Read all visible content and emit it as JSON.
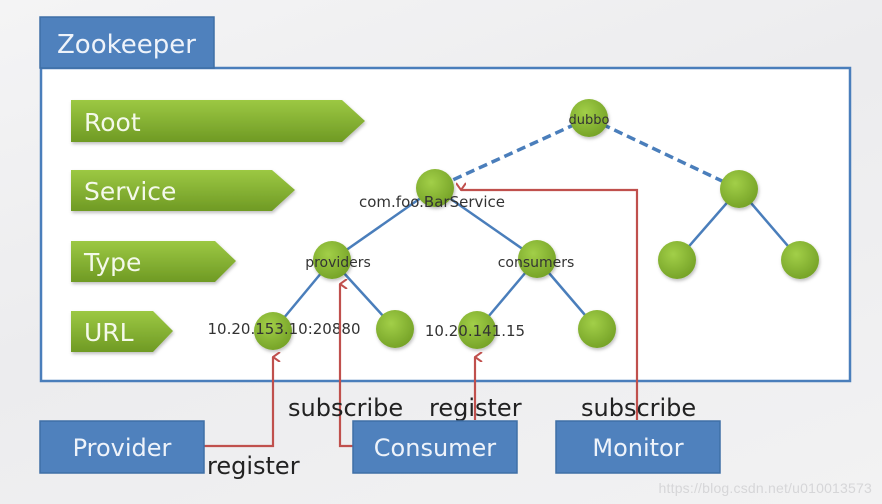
{
  "diagram": {
    "container_title": "Zookeeper",
    "levels": [
      {
        "id": "root",
        "label": "Root"
      },
      {
        "id": "service",
        "label": "Service"
      },
      {
        "id": "type",
        "label": "Type"
      },
      {
        "id": "url",
        "label": "URL"
      }
    ],
    "nodes": [
      {
        "id": "dubbo",
        "label": "dubbo",
        "level": "root"
      },
      {
        "id": "service1",
        "label": "com.foo.BarService",
        "level": "service"
      },
      {
        "id": "service2",
        "label": "",
        "level": "service"
      },
      {
        "id": "providers",
        "label": "providers",
        "level": "type"
      },
      {
        "id": "consumers",
        "label": "consumers",
        "level": "type"
      },
      {
        "id": "type3",
        "label": "",
        "level": "type"
      },
      {
        "id": "type4",
        "label": "",
        "level": "type"
      },
      {
        "id": "url-provider1",
        "label": "10.20.153.10:20880",
        "level": "url"
      },
      {
        "id": "url-provider2",
        "label": "",
        "level": "url"
      },
      {
        "id": "url-consumer1",
        "label": "10.20.141.15",
        "level": "url"
      },
      {
        "id": "url-consumer2",
        "label": "",
        "level": "url"
      }
    ],
    "edges": [
      {
        "from": "dubbo",
        "to": "service1",
        "style": "dashed"
      },
      {
        "from": "dubbo",
        "to": "service2",
        "style": "dashed"
      },
      {
        "from": "service1",
        "to": "providers",
        "style": "solid"
      },
      {
        "from": "service1",
        "to": "consumers",
        "style": "solid"
      },
      {
        "from": "service2",
        "to": "type3",
        "style": "solid"
      },
      {
        "from": "service2",
        "to": "type4",
        "style": "solid"
      },
      {
        "from": "providers",
        "to": "url-provider1",
        "style": "solid"
      },
      {
        "from": "providers",
        "to": "url-provider2",
        "style": "solid"
      },
      {
        "from": "consumers",
        "to": "url-consumer1",
        "style": "solid"
      },
      {
        "from": "consumers",
        "to": "url-consumer2",
        "style": "solid"
      }
    ],
    "actors": [
      {
        "id": "provider",
        "label": "Provider"
      },
      {
        "id": "consumer",
        "label": "Consumer"
      },
      {
        "id": "monitor",
        "label": "Monitor"
      }
    ],
    "flows": [
      {
        "from": "provider",
        "to": "url-provider1",
        "label": "register"
      },
      {
        "from": "consumer",
        "to": "providers",
        "label": "subscribe"
      },
      {
        "from": "consumer",
        "to": "url-consumer1",
        "label": "register"
      },
      {
        "from": "monitor",
        "to": "service1",
        "label": "subscribe"
      }
    ],
    "colors": {
      "container_blue": "#4a7ebb",
      "tab_blue": "#4f81bd",
      "level_green": "#8cb83a",
      "node_green": "#8dbf35",
      "edge_blue": "#4a7ebb",
      "flow_red": "#c0504d",
      "text_dark": "#333333"
    }
  },
  "watermark": "https://blog.csdn.net/u010013573"
}
